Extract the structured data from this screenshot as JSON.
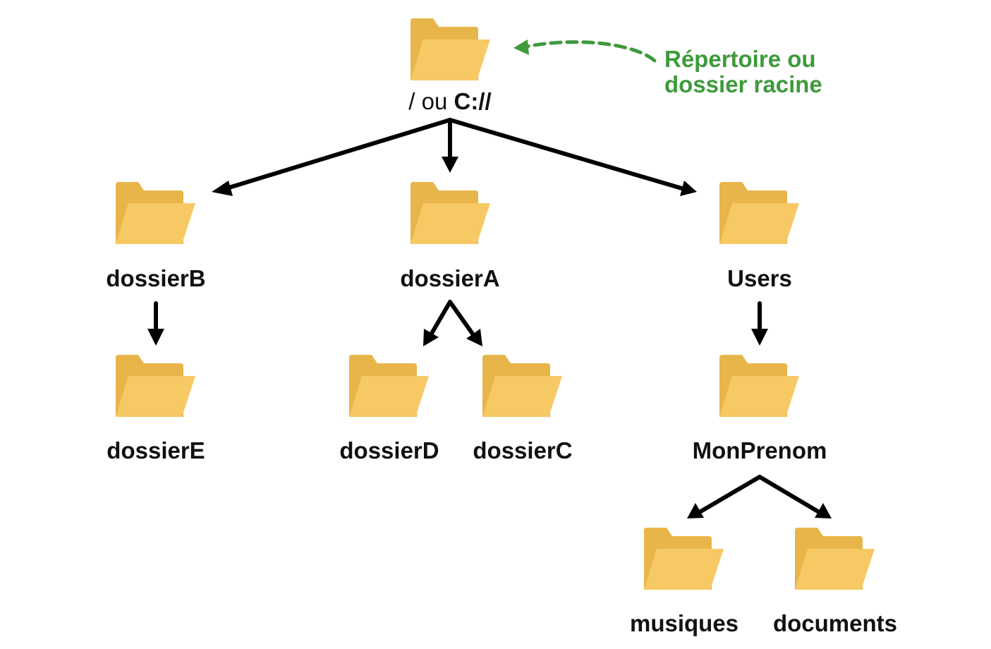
{
  "root": {
    "label_prefix": "/ ou ",
    "label_strong": "C://"
  },
  "annotation": {
    "line1": "Répertoire ou",
    "line2": "dossier racine",
    "color": "#3E9A3B"
  },
  "folders": {
    "dossierB": "dossierB",
    "dossierA": "dossierA",
    "users": "Users",
    "dossierE": "dossierE",
    "dossierD": "dossierD",
    "dossierC": "dossierC",
    "monPrenom": "MonPrenom",
    "musiques": "musiques",
    "documents": "documents"
  },
  "colors": {
    "folder_back": "#E8B54A",
    "folder_front": "#F6C965",
    "edge": "#000000"
  }
}
